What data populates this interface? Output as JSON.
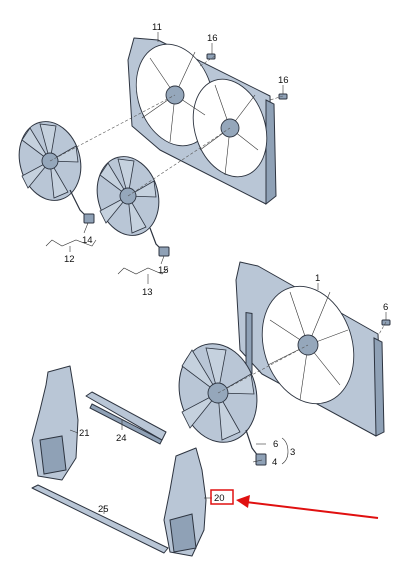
{
  "callouts": {
    "c1": "1",
    "c3": "3",
    "c4": "4",
    "c6a": "6",
    "c6b": "6",
    "c11": "11",
    "c12": "12",
    "c13": "13",
    "c14": "14",
    "c15": "15",
    "c16a": "16",
    "c16b": "16",
    "c20": "20",
    "c21": "21",
    "c24": "24",
    "c25": "25"
  },
  "highlight": {
    "part": "20",
    "color": "#e01010"
  },
  "colors": {
    "part_fill": "#b9c6d6",
    "outline": "#2d3440"
  }
}
